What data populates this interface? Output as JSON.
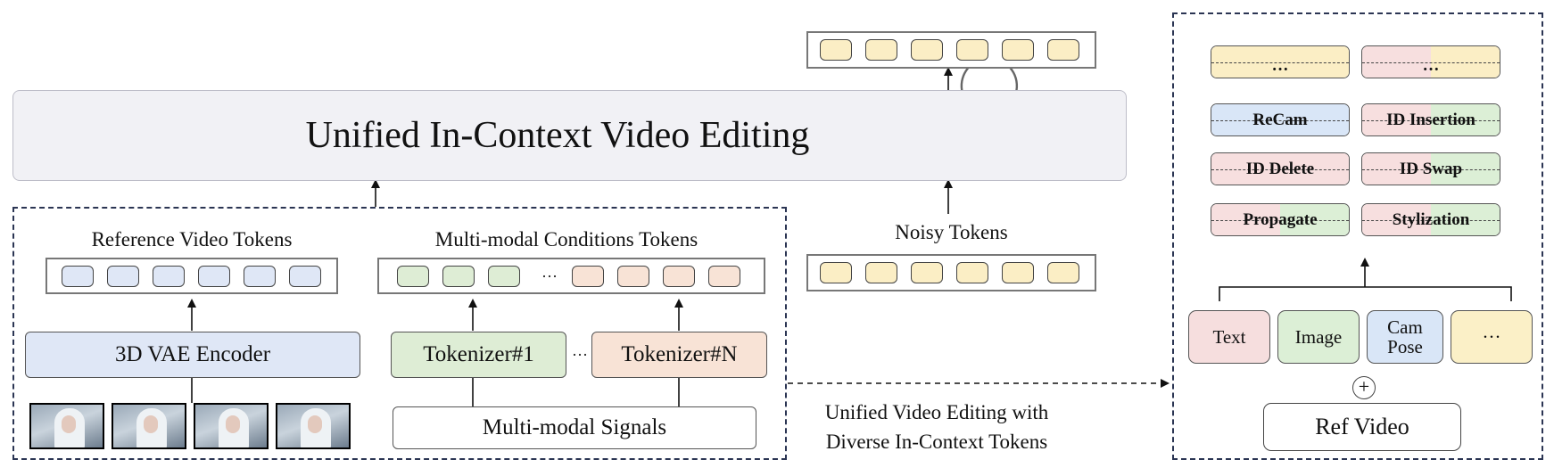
{
  "main_title": "Unified In-Context Video Editing",
  "left_panel": {
    "reference_label": "Reference Video Tokens",
    "conditions_label": "Multi-modal Conditions Tokens",
    "conditions_ellipsis": "···",
    "encoder": "3D VAE Encoder",
    "tokenizer_first": "Tokenizer#1",
    "tokenizer_ellipsis": "···",
    "tokenizer_last": "Tokenizer#N",
    "signals": "Multi-modal Signals",
    "reference_token_count": 6,
    "condition_tokens": {
      "green": 3,
      "orange": 4
    }
  },
  "noisy_label": "Noisy Tokens",
  "noisy_token_count": 6,
  "output_token_count": 6,
  "caption": {
    "line1": "Unified Video Editing with",
    "line2": "Diverse In-Context Tokens"
  },
  "right_panel": {
    "tasks": [
      {
        "label": "···",
        "left": "yellow",
        "right": "yellow"
      },
      {
        "label": "···",
        "left": "pink",
        "right": "yellow"
      },
      {
        "label": "ReCam",
        "left": "blue",
        "right": "blue"
      },
      {
        "label": "ID Insertion",
        "left": "pink",
        "right": "green"
      },
      {
        "label": "ID Delete",
        "left": "pink",
        "right": "pink"
      },
      {
        "label": "ID Swap",
        "left": "pink",
        "right": "green"
      },
      {
        "label": "Propagate",
        "left": "pink",
        "right": "green"
      },
      {
        "label": "Stylization",
        "left": "pink",
        "right": "green"
      }
    ],
    "conditions": [
      {
        "label": "Text",
        "color": "#f6dede"
      },
      {
        "label": "Image",
        "color": "#dcefd6"
      },
      {
        "label": "Cam Pose",
        "color": "#d9e6f7"
      },
      {
        "label": "···",
        "color": "#fbf0c7"
      }
    ],
    "plus_symbol": "+",
    "ref_video": "Ref Video"
  },
  "colors": {
    "yellow": "#fbeec5",
    "pink": "#f7dfdf",
    "blue": "#d9e6f7",
    "green": "#dcefd6",
    "banner": "#f1f1f5",
    "dash": "#2b3553"
  },
  "icons": {
    "loop": "circular-arrow-icon"
  }
}
